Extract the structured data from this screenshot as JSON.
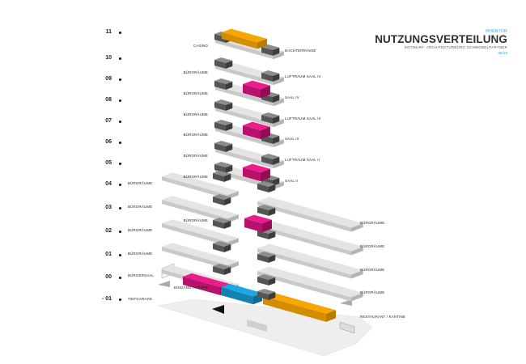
{
  "header": {
    "top": "RHENTOR",
    "title": "NUTZUNGSVERTEILUNG",
    "subtitle": "ENTWURF: ARCHITEKTURBÜRO SCHWOBELPARTNER",
    "date": "06/10"
  },
  "levels": [
    "11",
    "10",
    "09",
    "08",
    "07",
    "06",
    "05",
    "04",
    "03",
    "02",
    "01",
    "00",
    "- 01"
  ],
  "labels": {
    "casino": "CASINO",
    "dachterrasse": "DACHTERRASSE",
    "buero_09": "BÜRORÄUME",
    "luftraum_4": "LUFTRAUM SAAL IV",
    "buero_08": "BÜRORÄUME",
    "saal_4": "SAAL IV",
    "buero_07": "BÜRORÄUME",
    "luftraum_3": "LUFTRAUM SAAL III",
    "buero_06": "BÜRORÄUME",
    "saal_3": "SAAL III",
    "buero_05": "BÜRORÄUME",
    "luftraum_2": "LUFTRAUM SAAL II",
    "buero_04": "BÜRORÄUME",
    "saal_2": "SAAL II",
    "buero_left_04": "BÜRORÄUME",
    "buero_left_03": "BÜRORÄUME",
    "buero_left_02": "BÜRORÄUME",
    "buero_left_01": "BÜRORÄUME",
    "buergersaal": "BÜRGERSAAL",
    "tiefgarage": "TIEFGARAGE",
    "buero_mid_02": "BÜRORÄUME",
    "buero_right_02": "BÜRORÄUME",
    "buero_right_01": "BÜRORÄUME",
    "buero_right_00": "BÜRORÄUME",
    "buero_right_00b": "BÜRORÄUME",
    "eingang": "EINGANG / FOYER",
    "restaurant": "RESTAURANT / KANTINE"
  },
  "colors": {
    "slab": "#e4e4e4",
    "slab_side": "#c9c9c9",
    "slab_edge": "#b4b4b4",
    "core_top": "#8c8c8c",
    "core_side": "#555555",
    "core_dark": "#3c3c3c",
    "orange": "#f7a600",
    "pink": "#ec1c8c",
    "blue": "#1ea7e6",
    "ground": "#eeeeee"
  }
}
